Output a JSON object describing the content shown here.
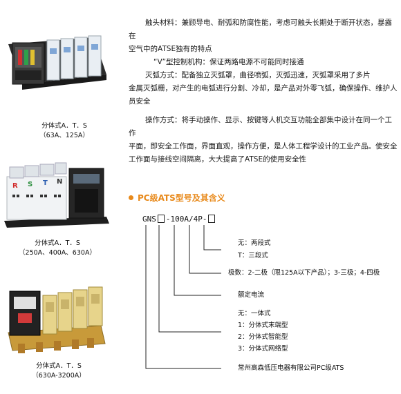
{
  "intro": {
    "lines": [
      "触头材料：兼顾导电、耐弧和防腐性能，考虑可触头长期处于断开状态，暴露在",
      "空气中的ATSE独有的特点",
      "“V”型控制机构：保证两路电源不可能同时接通",
      "灭弧方式：配备独立灭弧罩，曲径喷弧，灭弧迅速，灭弧罩采用了多片",
      "金属灭弧栅，对产生的电弧进行分割、冷却，是产品对外零飞弧，确保操作、维护人",
      "员安全",
      "操作方式：将手动操作、显示、按键等人机交互功能全部集中设计在同一个工作",
      "平面，即安全工作面，界面直观，操作方便，是人体工程学设计的工业产品。使安全",
      "工作面与接线空间隔离，大大提高了ATSE的使用安全性"
    ]
  },
  "products": [
    {
      "name": "分体式A．T．S",
      "range": "（63A、125A）"
    },
    {
      "name": "分体式A．T．S",
      "range": "（250A、400A、630A）"
    },
    {
      "name": "分体式A．T．S",
      "range": "（630A-3200A）"
    }
  ],
  "section": {
    "title": "PC级ATS型号及其含义"
  },
  "model": {
    "prefix": "GNS",
    "mid": "-100A/4P-"
  },
  "definitions": {
    "segments": [
      {
        "lines": [
          "无：两段式",
          "T：三段式"
        ]
      },
      {
        "lines": [
          "极数：2-二极（限125A以下产品）；3-三极；4-四极"
        ]
      },
      {
        "lines": [
          "额定电流"
        ]
      },
      {
        "lines": [
          "无：一体式",
          "1：分体式末端型",
          "2：分体式智能型",
          "3：分体式网络型"
        ]
      },
      {
        "lines": [
          "常州高森低压电器有限公司PC级ATS"
        ]
      }
    ]
  },
  "device_labels": {
    "d2_letters": [
      "R",
      "S",
      "T",
      "N"
    ]
  }
}
